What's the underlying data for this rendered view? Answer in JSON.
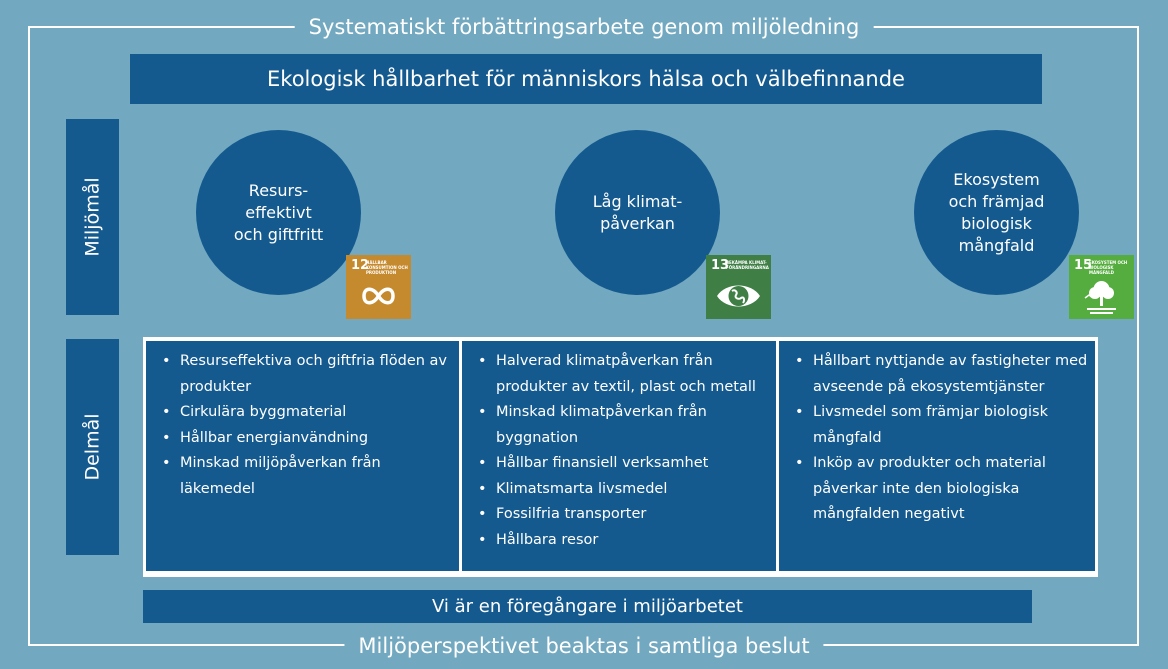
{
  "frame": {
    "top_label": "Systematiskt förbättringsarbete genom miljöledning",
    "bottom_label": "Miljöperspektivet beaktas i samtliga beslut"
  },
  "vision": "Ekologisk hållbarhet för människors hälsa och välbefinnande",
  "rows": {
    "miljomal_label": "Miljömål",
    "delmal_label": "Delmål"
  },
  "miljomal": [
    {
      "text": "Resurs-\neffektivt\noch giftfritt",
      "sdg": {
        "number": "12",
        "title": "Hållbar konsumtion och produktion",
        "icon": "infinity-icon",
        "color": "#c68a2e"
      }
    },
    {
      "text": "Låg klimat-\npåverkan",
      "sdg": {
        "number": "13",
        "title": "Bekämpa klimat- förändringarna",
        "icon": "eye-globe-icon",
        "color": "#3f7f46"
      }
    },
    {
      "text": "Ekosystem\noch främjad\nbiologisk\nmångfald",
      "sdg": {
        "number": "15",
        "title": "Ekosystem och biologisk mångfald",
        "icon": "tree-icon",
        "color": "#56ad3f"
      }
    }
  ],
  "delmal": [
    {
      "items": [
        "Resurseffektiva och giftfria flöden av produkter",
        "Cirkulära byggmaterial",
        "Hållbar energianvändning",
        "Minskad miljöpåverkan från läkemedel"
      ]
    },
    {
      "items": [
        "Halverad klimatpåverkan från produkter av textil, plast och metall",
        "Minskad klimatpåverkan från byggnation",
        "Hållbar finansiell verksamhet",
        "Klimatsmarta livsmedel",
        "Fossilfria transporter",
        "Hållbara resor"
      ]
    },
    {
      "items": [
        "Hållbart nyttjande av fastigheter med avseende på ekosystemtjänster",
        "Livsmedel som främjar biologisk mångfald",
        "Inköp av produkter och material påverkar inte den biologiska mångfalden negativt"
      ]
    }
  ],
  "footer": "Vi är en föregångare i miljöarbetet",
  "colors": {
    "background": "#72a9c0",
    "box": "#155a8f",
    "text": "#ffffff"
  }
}
